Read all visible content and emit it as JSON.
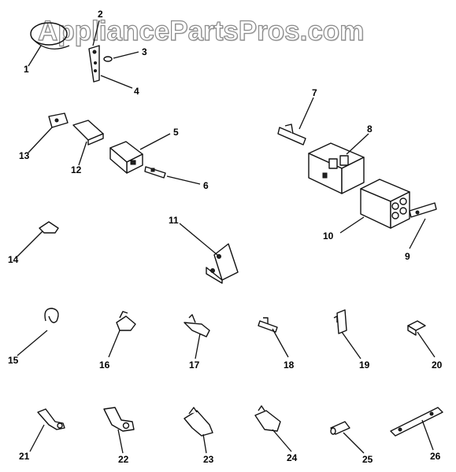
{
  "watermark": {
    "text": "AppliancePartsPros.com"
  },
  "callouts": [
    "1",
    "2",
    "3",
    "4",
    "5",
    "6",
    "7",
    "8",
    "9",
    "10",
    "11",
    "12",
    "13",
    "14",
    "15",
    "16",
    "17",
    "18",
    "19",
    "20",
    "21",
    "22",
    "23",
    "24",
    "25",
    "26"
  ]
}
